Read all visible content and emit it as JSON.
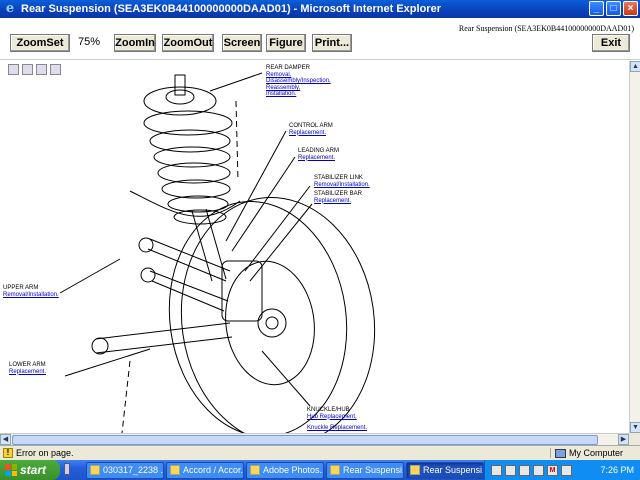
{
  "window": {
    "title": "Rear Suspension (SEA3EK0B44100000000DAAD01) - Microsoft Internet Explorer",
    "doc_id": "Rear Suspension (SEA3EK0B44100000000DAAD01)"
  },
  "toolbar": {
    "zoomset": "ZoomSet",
    "zoom_value": "75%",
    "zoomin": "ZoomIn",
    "zoomout": "ZoomOut",
    "screen": "Screen",
    "figure": "Figure",
    "print": "Print...",
    "exit": "Exit"
  },
  "callouts": {
    "rear_damper": {
      "title": "REAR DAMPER",
      "links": [
        "Removal,",
        "Disassembly/Inspection,",
        "Reassembly,",
        "Installation."
      ]
    },
    "control_arm": {
      "title": "CONTROL ARM",
      "links": [
        "Replacement."
      ]
    },
    "leading_arm": {
      "title": "LEADING ARM",
      "links": [
        "Replacement."
      ]
    },
    "stabilizer_link": {
      "title": "STABILIZER LINK",
      "links": [
        "Removal/Installation."
      ]
    },
    "stabilizer_bar": {
      "title": "STABILIZER BAR",
      "links": [
        "Replacement."
      ]
    },
    "upper_arm": {
      "title": "UPPER ARM",
      "links": [
        "Removal/Installation."
      ]
    },
    "lower_arm": {
      "title": "LOWER ARM",
      "links": [
        "Replacement."
      ]
    },
    "knuckle_hub": {
      "title": "KNUCKLE/HUB",
      "links": [
        "Hub Replacement,",
        "Knuckle Replacement."
      ]
    }
  },
  "status": {
    "message": "Error on page.",
    "zone": "My Computer"
  },
  "taskbar": {
    "start": "start",
    "tasks": [
      "030317_2238 ...",
      "Accord / Accor...",
      "Adobe Photos...",
      "Rear Suspensi...",
      "Rear Suspensi..."
    ],
    "clock": "7:26 PM"
  }
}
